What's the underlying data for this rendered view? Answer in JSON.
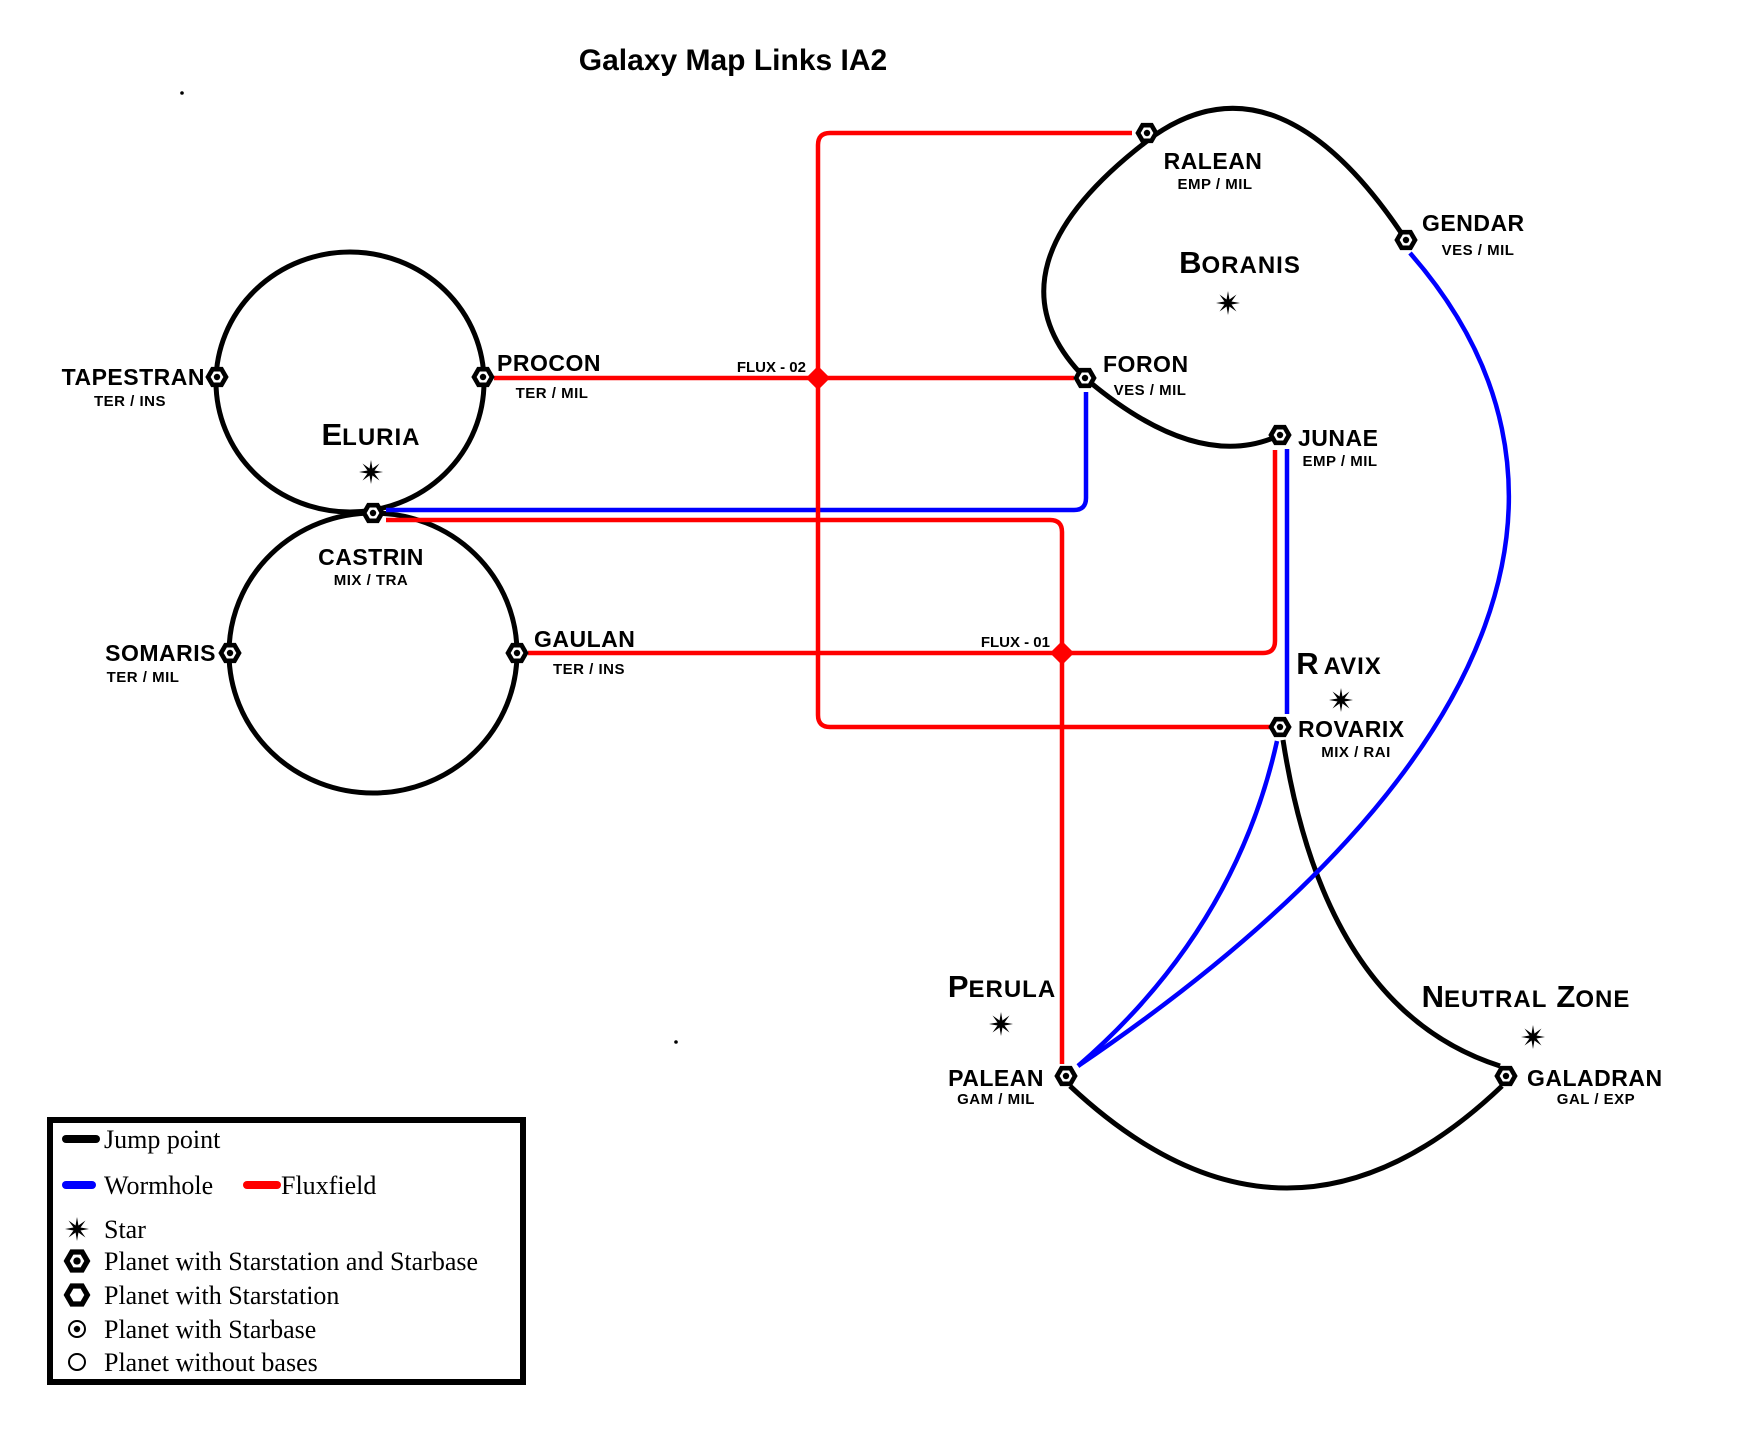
{
  "title": "Galaxy Map Links IA2",
  "colors": {
    "background": "#ffffff",
    "jump_point": "#000000",
    "wormhole": "#0000ff",
    "fluxfield": "#ff0000"
  },
  "map": {
    "systems": [
      {
        "name": "Eluria",
        "parts": [
          {
            "big": "E",
            "small": "LURIA"
          }
        ]
      },
      {
        "name": "Boranis",
        "parts": [
          {
            "big": "B",
            "small": "ORANIS"
          }
        ]
      },
      {
        "name": "Ravix",
        "parts": [
          {
            "big": "R",
            "small": "AVIX"
          }
        ]
      },
      {
        "name": "Perula",
        "parts": [
          {
            "big": "P",
            "small": "ERULA"
          }
        ]
      },
      {
        "name": "Neutral Zone",
        "parts": [
          {
            "big": "N",
            "small": "EUTRAL"
          },
          {
            "big": "Z",
            "small": "ONE"
          }
        ]
      }
    ],
    "planets": [
      {
        "name": "TAPESTRAN",
        "designation": "TER / INS",
        "type": "Planet with Starstation and Starbase"
      },
      {
        "name": "PROCON",
        "designation": "TER / MIL",
        "type": "Planet with Starstation and Starbase"
      },
      {
        "name": "CASTRIN",
        "designation": "MIX / TRA",
        "type": "Planet with Starstation and Starbase"
      },
      {
        "name": "SOMARIS",
        "designation": "TER / MIL",
        "type": "Planet with Starstation and Starbase"
      },
      {
        "name": "GAULAN",
        "designation": "TER / INS",
        "type": "Planet with Starstation and Starbase"
      },
      {
        "name": "RALEAN",
        "designation": "EMP / MIL",
        "type": "Planet with Starstation and Starbase"
      },
      {
        "name": "GENDAR",
        "designation": "VES / MIL",
        "type": "Planet with Starstation and Starbase"
      },
      {
        "name": "FORON",
        "designation": "VES / MIL",
        "type": "Planet with Starstation and Starbase"
      },
      {
        "name": "JUNAE",
        "designation": "EMP / MIL",
        "type": "Planet with Starstation and Starbase"
      },
      {
        "name": "ROVARIX",
        "designation": "MIX / RAI",
        "type": "Planet with Starstation and Starbase"
      },
      {
        "name": "PALEAN",
        "designation": "GAM / MIL",
        "type": "Planet with Starstation and Starbase"
      },
      {
        "name": "GALADRAN",
        "designation": "GAL / EXP",
        "type": "Planet with Starstation and Starbase"
      }
    ],
    "flux_junctions": [
      {
        "label": "FLUX - 02"
      },
      {
        "label": "FLUX - 01"
      }
    ],
    "links": [
      {
        "type": "jump_point",
        "between": [
          "TAPESTRAN",
          "PROCON",
          "CASTRIN"
        ]
      },
      {
        "type": "jump_point",
        "between": [
          "CASTRIN",
          "GAULAN",
          "SOMARIS"
        ]
      },
      {
        "type": "jump_point",
        "between": [
          "GENDAR",
          "RALEAN",
          "FORON",
          "JUNAE"
        ]
      },
      {
        "type": "jump_point",
        "between": [
          "PALEAN",
          "GALADRAN"
        ]
      },
      {
        "type": "jump_point",
        "between": [
          "ROVARIX",
          "GALADRAN"
        ]
      },
      {
        "type": "wormhole",
        "between": [
          "CASTRIN",
          "FORON"
        ]
      },
      {
        "type": "wormhole",
        "between": [
          "JUNAE",
          "ROVARIX"
        ]
      },
      {
        "type": "wormhole",
        "between": [
          "GENDAR",
          "PALEAN"
        ]
      },
      {
        "type": "wormhole",
        "between": [
          "ROVARIX",
          "PALEAN"
        ]
      },
      {
        "type": "fluxfield",
        "between": [
          "PROCON",
          "FORON"
        ],
        "via": "FLUX - 02"
      },
      {
        "type": "fluxfield",
        "between": [
          "RALEAN",
          "ROVARIX"
        ],
        "via": "FLUX - 02"
      },
      {
        "type": "fluxfield",
        "between": [
          "CASTRIN",
          "PALEAN"
        ],
        "via": "FLUX - 01"
      },
      {
        "type": "fluxfield",
        "between": [
          "GAULAN",
          "JUNAE"
        ],
        "via": "FLUX - 01"
      }
    ]
  },
  "legend": {
    "items": [
      {
        "icon": "jump-point-line",
        "label": "Jump point"
      },
      {
        "icon": "wormhole-line",
        "label": "Wormhole"
      },
      {
        "icon": "fluxfield-line",
        "label": "Fluxfield"
      },
      {
        "icon": "star",
        "label": "Star"
      },
      {
        "icon": "planet-starstation-starbase",
        "label": "Planet with Starstation and Starbase"
      },
      {
        "icon": "planet-starstation",
        "label": "Planet with Starstation"
      },
      {
        "icon": "planet-starbase",
        "label": "Planet with Starbase"
      },
      {
        "icon": "planet-no-bases",
        "label": "Planet without bases"
      }
    ]
  }
}
